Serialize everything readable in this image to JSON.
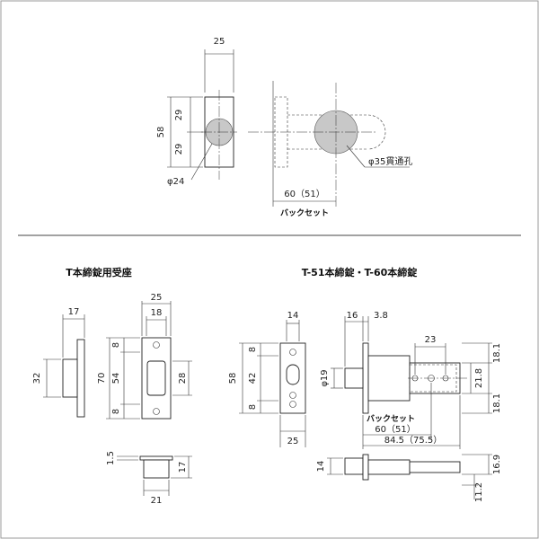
{
  "top": {
    "dim_width": "25",
    "dim_total_height": "58",
    "dim_upper": "29",
    "dim_lower": "29",
    "dim_hole_small": "φ24",
    "dim_hole_large": "φ35貫通孔",
    "dim_backset": "60（51）",
    "label_backset": "バックセット"
  },
  "left": {
    "title": "T本締錠用受座",
    "dim_depth": "17",
    "dim_height": "32",
    "dim_width": "25",
    "dim_inner_width": "18",
    "dim_total": "70",
    "dim_mid": "54",
    "dim_top_gap": "8",
    "dim_bottom_gap": "8",
    "dim_slot": "28",
    "dim_thickness": "1.5",
    "dim_box_height": "17",
    "dim_box_width": "21"
  },
  "right": {
    "title": "T-51本締錠・T-60本締錠",
    "dim_face_width": "14",
    "dim_total_height": "58",
    "dim_top_gap": "8",
    "dim_mid": "42",
    "dim_bottom_gap": "8",
    "dim_plate_width": "25",
    "dim_flange": "16",
    "dim_flange_thick": "3.8",
    "dim_round": "φ19",
    "dim_holes": "23",
    "dim_case_top": "18.1",
    "dim_case_mid": "21.8",
    "dim_case_bottom": "18.1",
    "label_backset": "バックセット",
    "dim_backset": "60（51）",
    "dim_overall": "84.5（75.5）",
    "dim_bolt_side": "14",
    "dim_bolt_height": "16.9",
    "dim_bolt_low": "11.2"
  }
}
